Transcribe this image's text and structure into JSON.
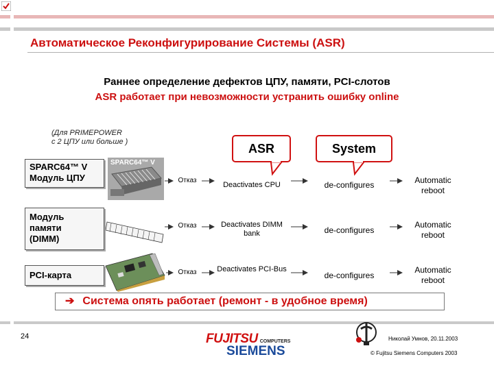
{
  "header": {
    "title": "Автоматическое Реконфигурирование Системы (ASR)"
  },
  "subtitle": {
    "line1": "Раннее определение дефектов ЦПУ, памяти, PCI-слотов",
    "line2": "ASR работает при невозможности устранить ошибку online"
  },
  "footnote": {
    "line1": "(Для PRIMEPOWER",
    "line2": "с 2 ЦПУ или больше )"
  },
  "bubbles": {
    "asr": "ASR",
    "system": "System"
  },
  "rows": [
    {
      "component_line1": "SPARC64™ V",
      "component_line2": "Модуль ЦПУ",
      "photo_label": "SPARC64™ V",
      "failure": "Отказ",
      "asr_action": "Deactivates CPU",
      "system_action": "de-configures",
      "reboot": "Automatic reboot"
    },
    {
      "component_line1": "Модуль",
      "component_line2": "памяти",
      "component_line3": "(DIMM)",
      "failure": "Отказ",
      "asr_action": "Deactivates DIMM bank",
      "system_action": "de-configures",
      "reboot": "Automatic reboot"
    },
    {
      "component_line1": "PCI-карта",
      "failure": "Отказ",
      "asr_action": "Deactivates PCI-Bus",
      "system_action": "de-configures",
      "reboot": "Automatic reboot"
    }
  ],
  "result": {
    "arrow_icon": "right-arrow-icon",
    "text": "Система опять работает (ремонт - в удобное время)"
  },
  "footer": {
    "page_number": "24",
    "brand_top": "FUJITSU",
    "brand_sub": "COMPUTERS",
    "brand_bottom": "SIEMENS",
    "author": "Николай Умнов, 20.11.2003",
    "copyright": "© Fujitsu Siemens Computers 2003"
  },
  "colors": {
    "accent_red": "#cc1010",
    "siemens_blue": "#1a4a9a",
    "stripe_pink": "#e8b7b7",
    "stripe_grey": "#c9c9c9"
  }
}
